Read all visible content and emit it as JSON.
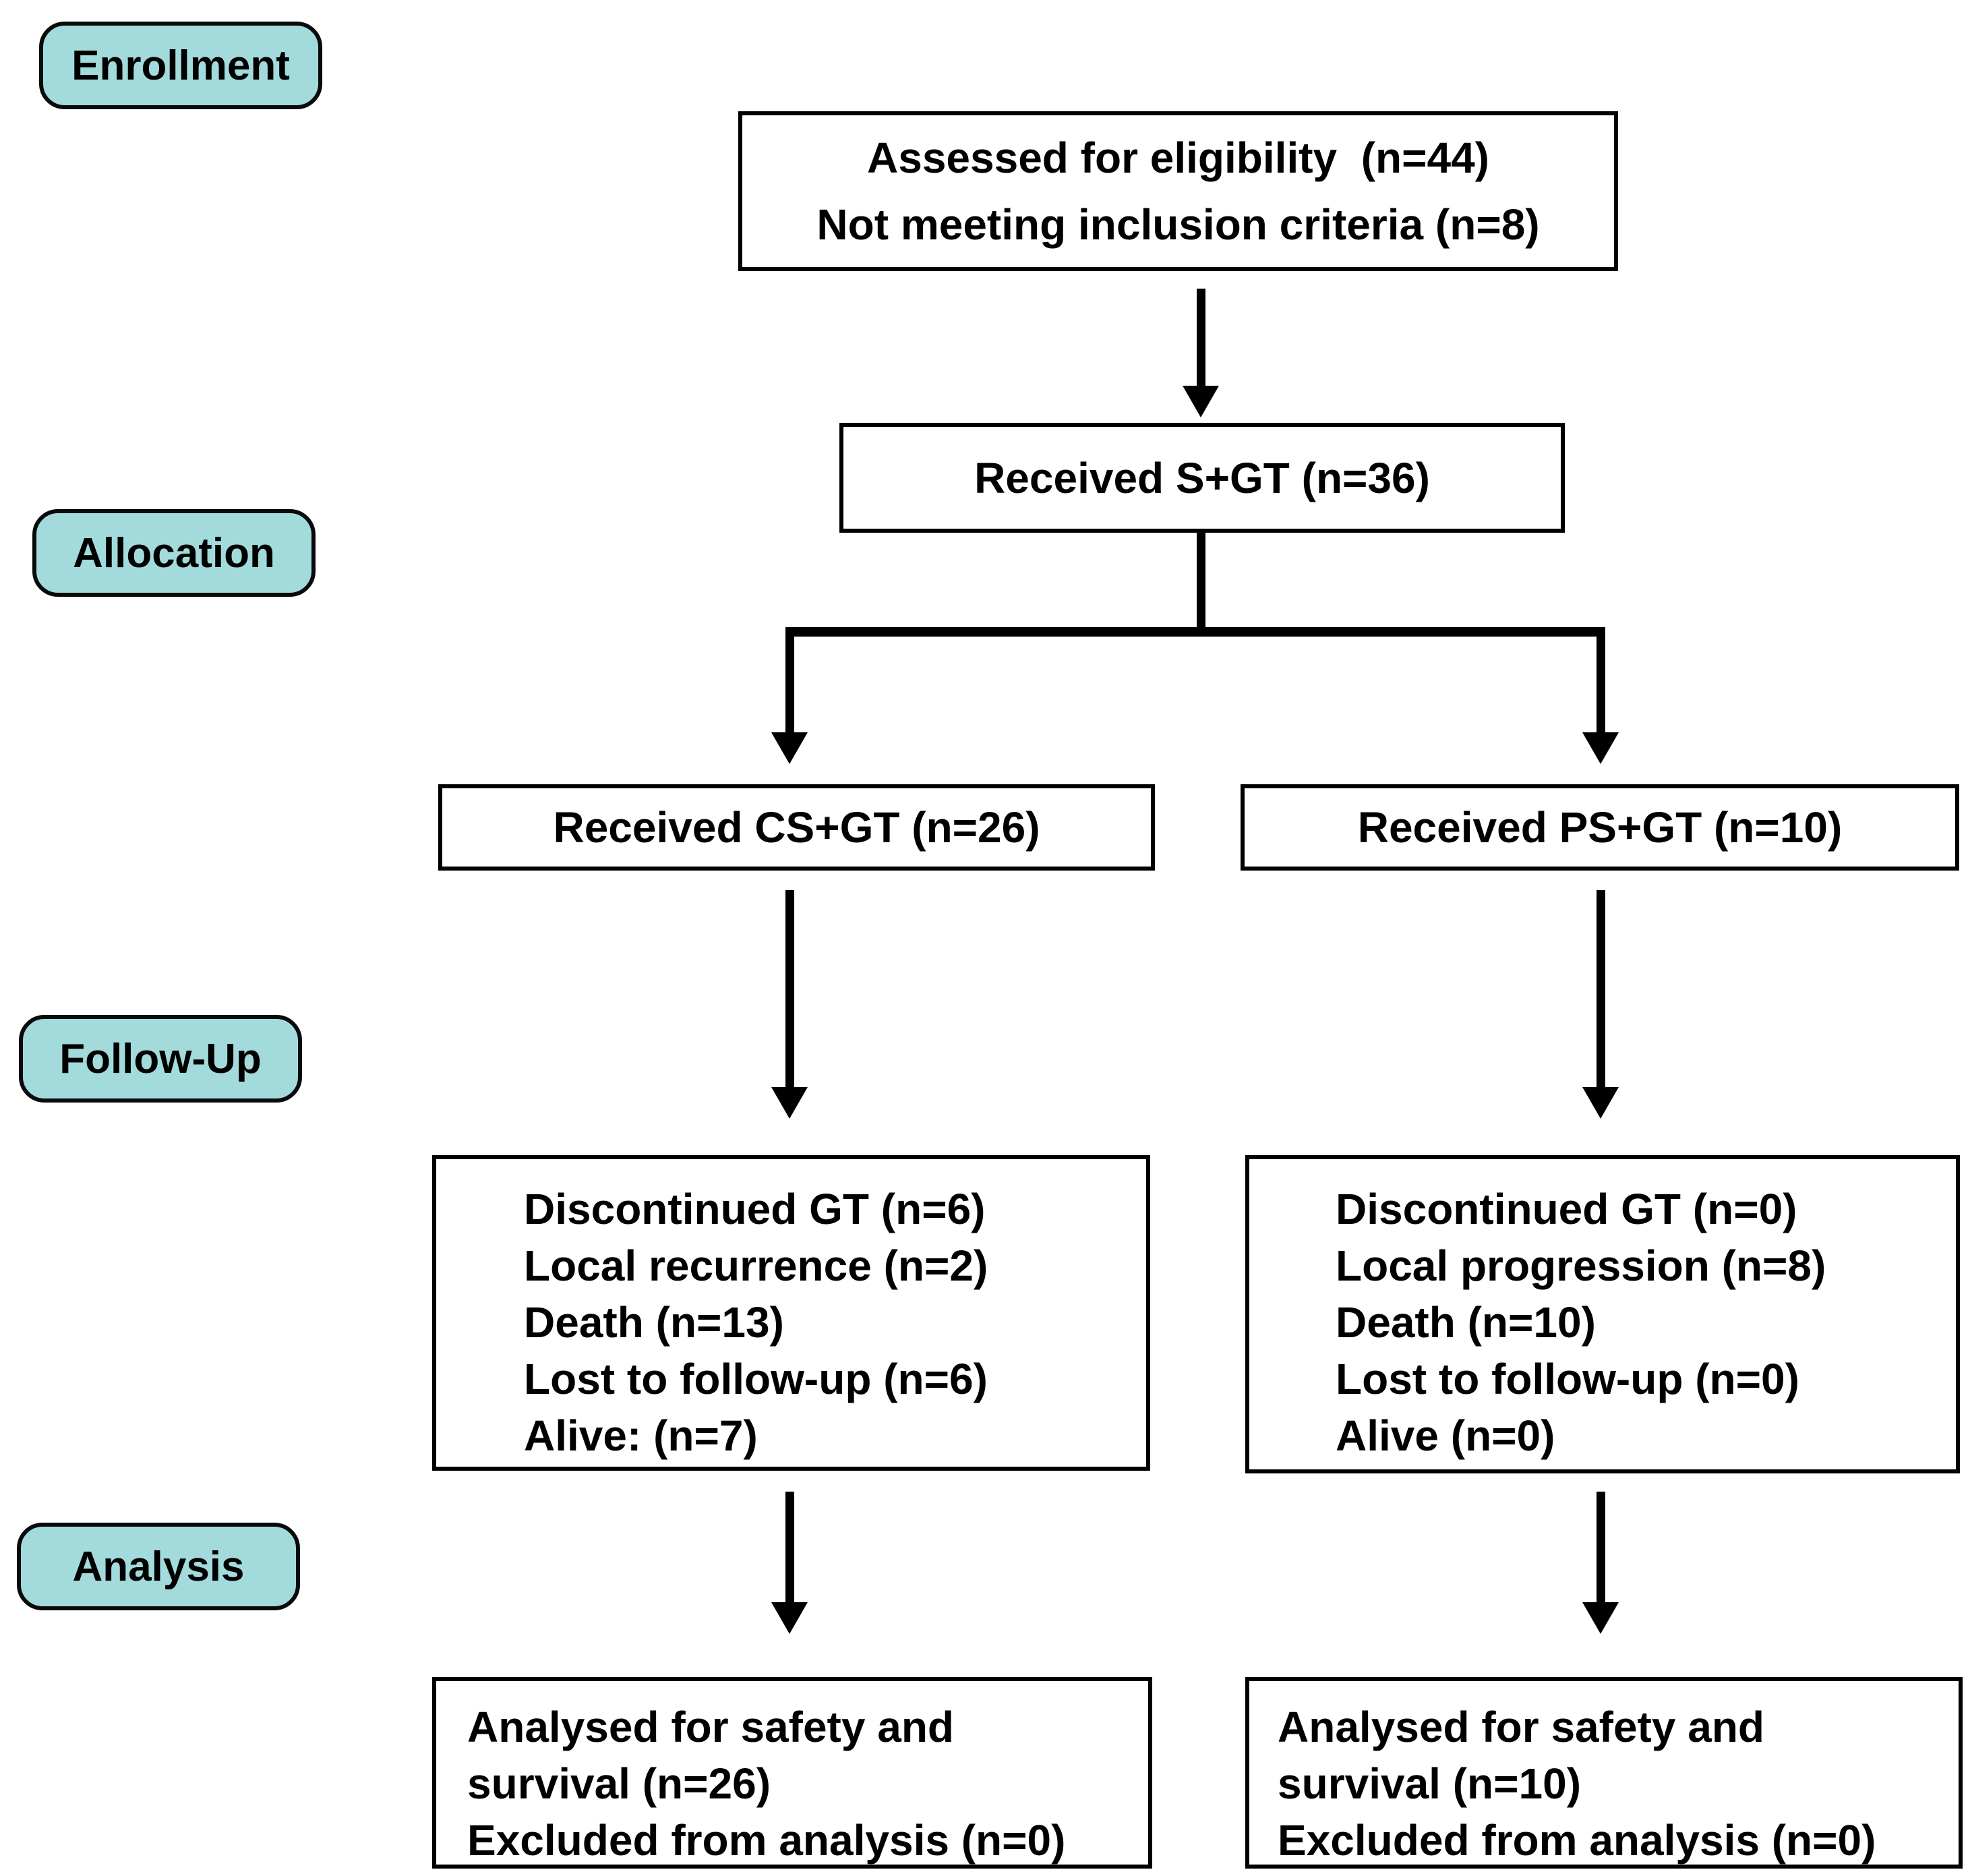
{
  "diagram_title": "CONSORT patient flow diagram",
  "colors": {
    "stage_label_fill": "#A3DBDC",
    "box_border": "#000000",
    "background": "#FFFFFF",
    "text": "#000000"
  },
  "stage_labels": {
    "enrollment": "Enrollment",
    "allocation": "Allocation",
    "followup": "Follow-Up",
    "analysis": "Analysis"
  },
  "boxes": {
    "eligibility": {
      "line1": "Assessed for eligibility  (n=44)",
      "line2": "Not meeting inclusion criteria (n=8)"
    },
    "received_sgt": {
      "label": "Received S+GT (n=36)"
    },
    "received_csgt": {
      "label": "Received CS+GT (n=26)"
    },
    "received_psgt": {
      "label": "Received PS+GT (n=10)"
    },
    "followup_left": {
      "lines": [
        "Discontinued GT (n=6)",
        "Local recurrence (n=2)",
        "Death (n=13)",
        "Lost to follow-up (n=6)",
        "Alive: (n=7)"
      ]
    },
    "followup_right": {
      "lines": [
        "Discontinued GT (n=0)",
        "Local progression (n=8)",
        "Death (n=10)",
        "Lost to follow-up (n=0)",
        "Alive (n=0)"
      ]
    },
    "analysis_left": {
      "lines": [
        "Analysed for safety and",
        "survival (n=26)",
        "Excluded from analysis (n=0)"
      ]
    },
    "analysis_right": {
      "lines": [
        "Analysed for safety and",
        "survival (n=10)",
        "Excluded from analysis (n=0)"
      ]
    }
  }
}
